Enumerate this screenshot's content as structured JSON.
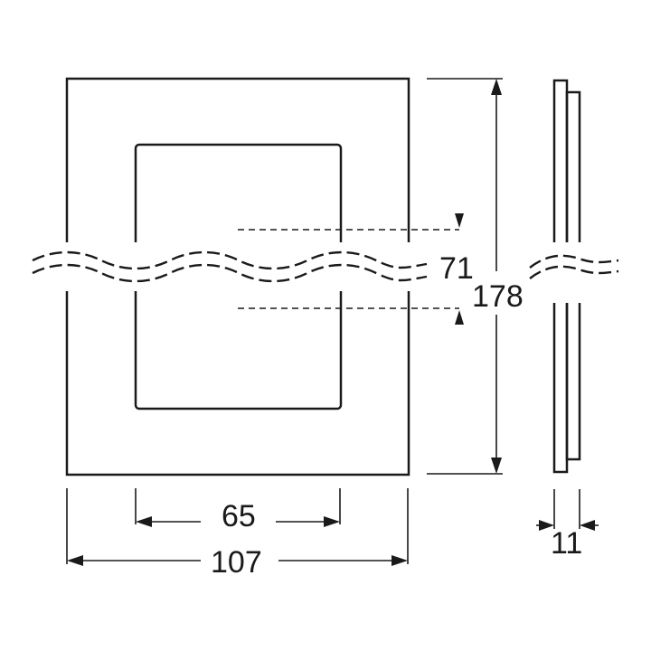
{
  "dimensions": {
    "overall_width": "107",
    "inner_width": "65",
    "overall_height": "178",
    "inner_height": "71",
    "depth": "11"
  }
}
